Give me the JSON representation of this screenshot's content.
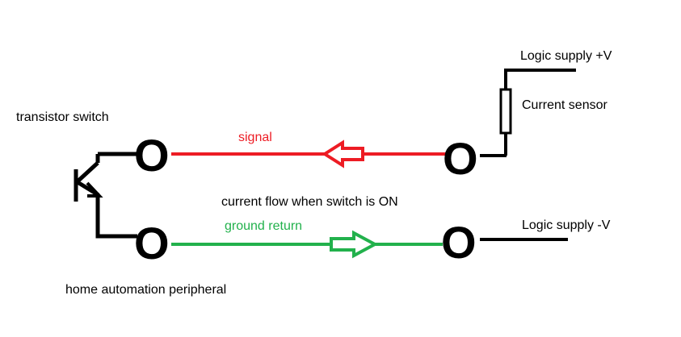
{
  "labels": {
    "transistor_switch": "transistor switch",
    "signal": "signal",
    "current_flow": "current flow when switch is ON",
    "ground_return": "ground return",
    "home_automation": "home automation peripheral",
    "logic_supply_pos": "Logic supply +V",
    "current_sensor": "Current sensor",
    "logic_supply_neg": "Logic supply -V"
  },
  "terminals": {
    "glyph": "O"
  },
  "colors": {
    "signal": "#ed1c24",
    "ground": "#22b14c",
    "wire": "#000000"
  }
}
